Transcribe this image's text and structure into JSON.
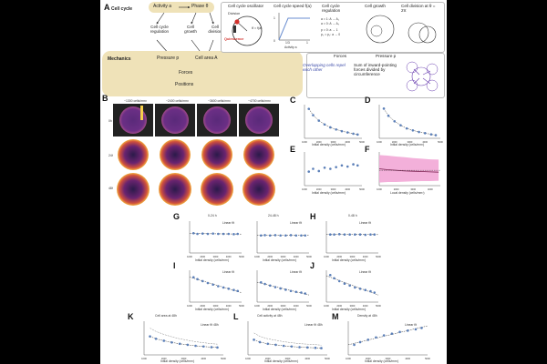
{
  "panel_letters": [
    "A",
    "B",
    "C",
    "D",
    "E",
    "F",
    "G",
    "H",
    "I",
    "J",
    "K",
    "L",
    "M"
  ],
  "panelA": {
    "cell_cycle_label": "Cell cycle",
    "mechanics_label": "Mechanics",
    "activity_box": "Activity a",
    "phase_box": "Phase θ",
    "regulation": "Cell cycle regulation",
    "growth": "Cell growth",
    "division": "Cell division",
    "pressure": "Pressure p",
    "cell_area": "Cell area A",
    "forces": "Forces",
    "positions": "Positions",
    "oscillator_title": "Cell cycle oscillator",
    "division_word": "Division",
    "quiescence_word": "Quiescence",
    "omega_formula": "θ̇ = f(a)",
    "speed_title": "Cell cycle speed f(a)",
    "speed_ticks": [
      "1",
      "0",
      "1/3",
      "1"
    ],
    "activity_axis": "Activity a",
    "regulation_title": "Cell cycle regulation",
    "regulation_eq1": "a = 1: A → A₁",
    "regulation_eq2": "a = 0: A → A₀",
    "regulation_eq3": "p = 0: a → 1",
    "regulation_eq4": "p₀ = p₁: a → 0",
    "growth_title": "Cell growth",
    "division_title": "Cell division at θ = 2π",
    "forces_title": "Forces",
    "forces_text": "Overlapping cells repel each other",
    "pressure_title": "Pressure p",
    "pressure_text": "Sum of inward-pointing forces divided by circumference"
  },
  "panelB": {
    "col_headers": [
      "~1300 cells/mm²",
      "~2400 cells/mm²",
      "~3600 cells/mm²",
      "~4700 cells/mm²"
    ],
    "row_labels": [
      "0h",
      "24h",
      "48h"
    ]
  },
  "panelG_titles": [
    "0-24 h",
    "24-48 h"
  ],
  "panelH_title": "0-48 h",
  "panelK_title": "Cell area at 48h",
  "panelL_title": "Cell activity at 48h",
  "panelM_title": "Density at 48h",
  "legend_linear_fit": "Linear fit",
  "legend_sim": "Linear fit 48h",
  "legend_sim2": "Linear fit 48h",
  "xlabel_density": "Initial density (cells/mm²)",
  "xlabel_local": "Local density (cells/mm²)",
  "colors": {
    "marker": "#5b7fb8",
    "fit": "#333333",
    "band": "#f2a7d6",
    "band_line": "#7a1f4f",
    "pill": "#efe2b8",
    "quiescence": "#d2322d"
  },
  "chart_data": [
    {
      "id": "C",
      "type": "scatter",
      "x": [
        1300,
        1600,
        2000,
        2400,
        2800,
        3200,
        3600,
        4000,
        4400,
        4700
      ],
      "values": [
        1.0,
        0.85,
        0.72,
        0.63,
        0.56,
        0.51,
        0.47,
        0.44,
        0.41,
        0.39
      ],
      "ylim": [
        0.3,
        1.1
      ],
      "xlim": [
        1000,
        5000
      ],
      "fit": "curve"
    },
    {
      "id": "D",
      "type": "scatter",
      "x": [
        1300,
        1600,
        2000,
        2400,
        2800,
        3200,
        3600,
        4000,
        4400,
        4700
      ],
      "values": [
        1.0,
        0.82,
        0.68,
        0.58,
        0.5,
        0.45,
        0.41,
        0.38,
        0.35,
        0.33
      ],
      "ylim": [
        0.25,
        1.1
      ],
      "xlim": [
        1000,
        5000
      ],
      "fit": "curve"
    },
    {
      "id": "E",
      "type": "scatter",
      "x": [
        1300,
        1600,
        2000,
        2400,
        2800,
        3200,
        3600,
        4000,
        4400,
        4700
      ],
      "values": [
        0.55,
        0.6,
        0.56,
        0.62,
        0.6,
        0.63,
        0.66,
        0.64,
        0.68,
        0.66
      ],
      "ylim": [
        0.3,
        0.9
      ],
      "xlim": [
        1000,
        5000
      ],
      "fit": "none"
    },
    {
      "id": "F",
      "type": "area",
      "x": [
        1000,
        1500,
        2000,
        2500,
        3000,
        3500,
        4000,
        4500
      ],
      "values": [
        0.55,
        0.52,
        0.5,
        0.48,
        0.47,
        0.46,
        0.45,
        0.44
      ],
      "upper": [
        1.0,
        0.98,
        0.95,
        0.93,
        0.9,
        0.88,
        0.86,
        0.85
      ],
      "lower": [
        0.1,
        0.12,
        0.12,
        0.13,
        0.14,
        0.15,
        0.15,
        0.16
      ],
      "ylim": [
        0,
        1.1
      ],
      "xlim": [
        1000,
        4600
      ]
    },
    {
      "id": "G1",
      "type": "scatter",
      "x": [
        1300,
        1600,
        2000,
        2400,
        2800,
        3200,
        3600,
        4000,
        4400,
        4700
      ],
      "values": [
        0.62,
        0.6,
        0.61,
        0.6,
        0.61,
        0.6,
        0.6,
        0.6,
        0.59,
        0.6
      ],
      "ylim": [
        0,
        1
      ],
      "xlim": [
        1000,
        5000
      ],
      "fit": "linear"
    },
    {
      "id": "G2",
      "type": "scatter",
      "x": [
        1300,
        1600,
        2000,
        2400,
        2800,
        3200,
        3600,
        4000,
        4400,
        4700
      ],
      "values": [
        0.55,
        0.56,
        0.55,
        0.56,
        0.55,
        0.55,
        0.56,
        0.55,
        0.55,
        0.55
      ],
      "ylim": [
        0,
        1
      ],
      "xlim": [
        1000,
        5000
      ],
      "fit": "linear"
    },
    {
      "id": "H",
      "type": "scatter",
      "x": [
        1300,
        1600,
        2000,
        2400,
        2800,
        3200,
        3600,
        4000,
        4400,
        4700
      ],
      "values": [
        0.58,
        0.58,
        0.59,
        0.58,
        0.58,
        0.58,
        0.58,
        0.57,
        0.58,
        0.58
      ],
      "ylim": [
        0,
        1
      ],
      "xlim": [
        1000,
        5000
      ],
      "fit": "linear"
    },
    {
      "id": "I1",
      "type": "scatter",
      "x": [
        1300,
        1600,
        2000,
        2400,
        2800,
        3200,
        3600,
        4000,
        4400,
        4700
      ],
      "values": [
        0.78,
        0.72,
        0.66,
        0.6,
        0.55,
        0.5,
        0.46,
        0.42,
        0.38,
        0.35
      ],
      "ylim": [
        0,
        1
      ],
      "xlim": [
        1000,
        5000
      ],
      "fit": "linear"
    },
    {
      "id": "I2",
      "type": "scatter",
      "x": [
        1300,
        1600,
        2000,
        2400,
        2800,
        3200,
        3600,
        4000,
        4400,
        4700
      ],
      "values": [
        0.62,
        0.57,
        0.52,
        0.47,
        0.43,
        0.39,
        0.35,
        0.32,
        0.3,
        0.27
      ],
      "ylim": [
        0,
        1
      ],
      "xlim": [
        1000,
        5000
      ],
      "fit": "linear"
    },
    {
      "id": "J",
      "type": "scatter",
      "x": [
        1300,
        1600,
        2000,
        2400,
        2800,
        3200,
        3600,
        4000,
        4400,
        4700
      ],
      "values": [
        0.85,
        0.75,
        0.66,
        0.58,
        0.52,
        0.46,
        0.42,
        0.38,
        0.34,
        0.3
      ],
      "ylim": [
        0,
        1
      ],
      "xlim": [
        1000,
        5000
      ],
      "fit": "linear"
    },
    {
      "id": "K",
      "type": "scatter",
      "x": [
        1300,
        1600,
        2000,
        2400,
        2800,
        3200,
        3600,
        4000,
        4400,
        4700
      ],
      "values": [
        0.55,
        0.48,
        0.42,
        0.37,
        0.33,
        0.3,
        0.27,
        0.25,
        0.23,
        0.22
      ],
      "ylim": [
        0,
        1
      ],
      "xlim": [
        1000,
        5000
      ],
      "fit": "curve2"
    },
    {
      "id": "L",
      "type": "scatter",
      "x": [
        1300,
        1600,
        2000,
        2400,
        2800,
        3200,
        3600,
        4000,
        4400,
        4700
      ],
      "values": [
        0.45,
        0.38,
        0.33,
        0.3,
        0.27,
        0.25,
        0.23,
        0.22,
        0.21,
        0.2
      ],
      "ylim": [
        0,
        1
      ],
      "xlim": [
        1000,
        5000
      ],
      "fit": "curve2"
    },
    {
      "id": "M",
      "type": "scatter",
      "x": [
        1300,
        1600,
        2000,
        2400,
        2800,
        3200,
        3600,
        4000,
        4400,
        4700
      ],
      "values": [
        0.3,
        0.38,
        0.45,
        0.52,
        0.58,
        0.63,
        0.68,
        0.72,
        0.76,
        0.8
      ],
      "ylim": [
        0,
        1
      ],
      "xlim": [
        1000,
        5000
      ],
      "fit": "linear"
    }
  ]
}
